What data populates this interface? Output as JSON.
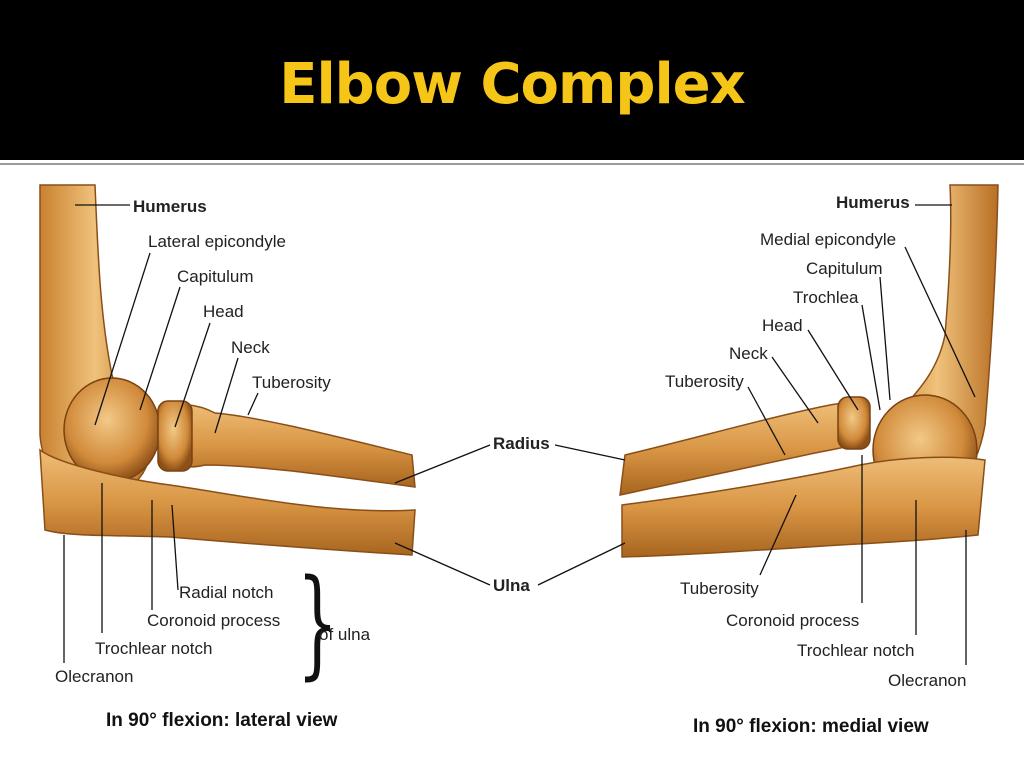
{
  "slide": {
    "title": "Elbow Complex",
    "title_color": "#f5c518",
    "background": "#000000"
  },
  "colors": {
    "bone_light": "#eab56a",
    "bone_mid": "#d6913f",
    "bone_dark": "#9a5a1c",
    "leader_line": "#111111"
  },
  "lateral_view": {
    "caption": "In 90° flexion: lateral view",
    "labels": {
      "humerus": "Humerus",
      "lateral_epicondyle": "Lateral epicondyle",
      "capitulum": "Capitulum",
      "head": "Head",
      "neck": "Neck",
      "tuberosity": "Tuberosity",
      "radial_notch": "Radial notch",
      "coronoid_process": "Coronoid process",
      "trochlear_notch": "Trochlear notch",
      "olecranon": "Olecranon",
      "of_ulna": "of ulna"
    }
  },
  "shared_labels": {
    "radius": "Radius",
    "ulna": "Ulna"
  },
  "medial_view": {
    "caption": "In 90° flexion: medial view",
    "labels": {
      "humerus": "Humerus",
      "medial_epicondyle": "Medial epicondyle",
      "capitulum": "Capitulum",
      "trochlea": "Trochlea",
      "head": "Head",
      "neck": "Neck",
      "tuberosity_radius": "Tuberosity",
      "tuberosity_ulna": "Tuberosity",
      "coronoid_process": "Coronoid process",
      "trochlear_notch": "Trochlear notch",
      "olecranon": "Olecranon"
    }
  }
}
